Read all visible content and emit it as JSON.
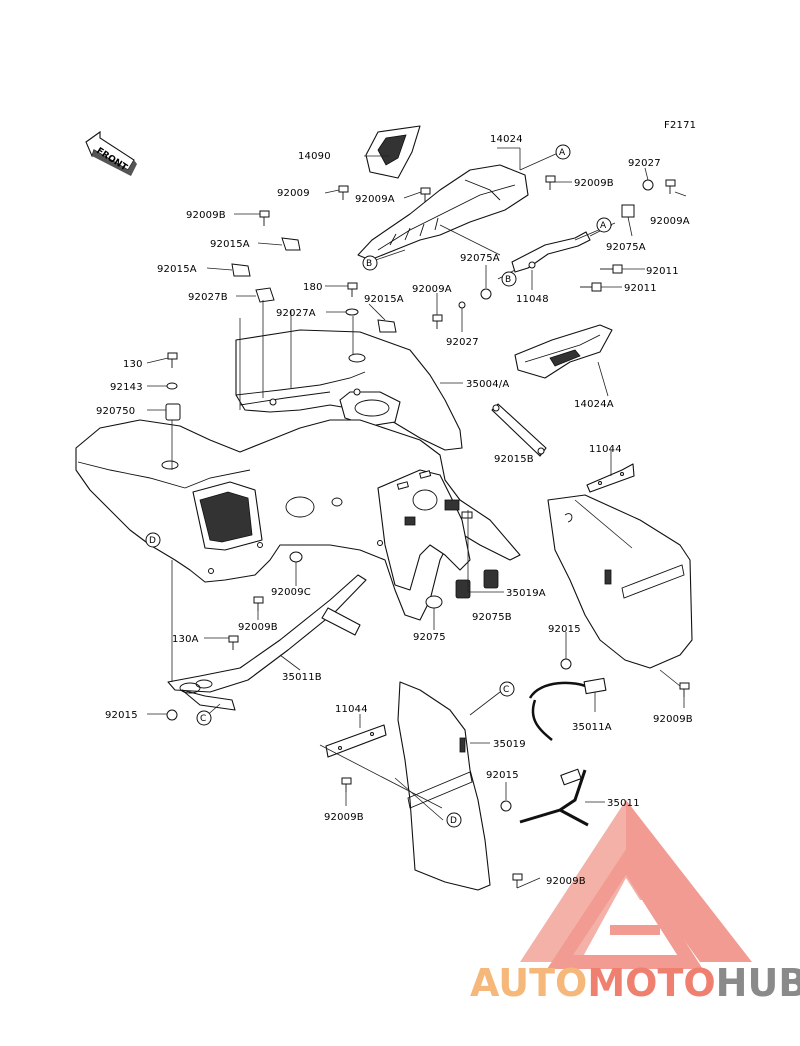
{
  "diagram_code": "F2171",
  "front_label": "FRONT",
  "watermark": {
    "part1": "AUTO",
    "part2": "MOTO",
    "part3": "HUB",
    "color_light": "#f5b87a",
    "color_mid": "#ef8070",
    "color_dark": "#8a8a8a",
    "triangle_color": "#f08a80"
  },
  "callouts": [
    "A",
    "A",
    "B",
    "B",
    "C",
    "C",
    "D",
    "D"
  ],
  "part_labels": [
    "14024",
    "14090",
    "92009",
    "92009A",
    "92009B",
    "92027",
    "92009A",
    "92009B",
    "92015A",
    "92015A",
    "92075A",
    "92075A",
    "92011",
    "92011",
    "11048",
    "180",
    "92009A",
    "92027B",
    "92027A",
    "92015A",
    "92027",
    "130",
    "92143",
    "920750",
    "35004/A",
    "14024A",
    "92015B",
    "11044",
    "92009C",
    "35019A",
    "92075B",
    "92075",
    "92009B",
    "130A",
    "35011B",
    "92015",
    "92015",
    "35011A",
    "92009B",
    "11044",
    "35019",
    "92015",
    "35011",
    "92009B",
    "92009B"
  ]
}
